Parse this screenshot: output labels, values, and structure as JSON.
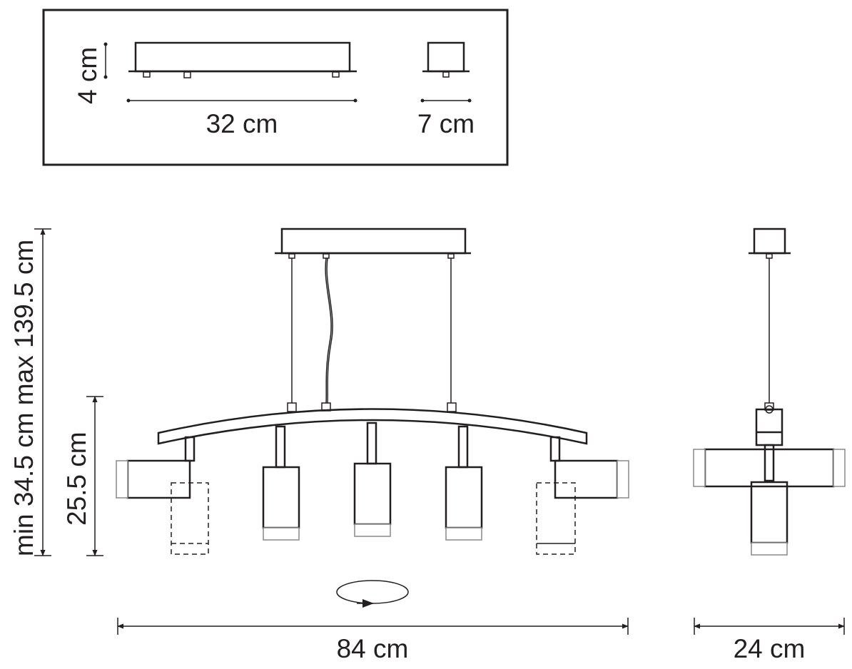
{
  "dimensions": {
    "canopy_height": "4 cm",
    "canopy_length": "32 cm",
    "canopy_width": "7 cm",
    "total_height": "min 34.5 cm max 139.5 cm",
    "lamp_height": "25.5 cm",
    "total_length": "84 cm",
    "total_width": "24 cm"
  },
  "colors": {
    "line": "#231f20",
    "background": "#ffffff"
  },
  "icons": {
    "rotation": "rotate-arrow-icon"
  }
}
